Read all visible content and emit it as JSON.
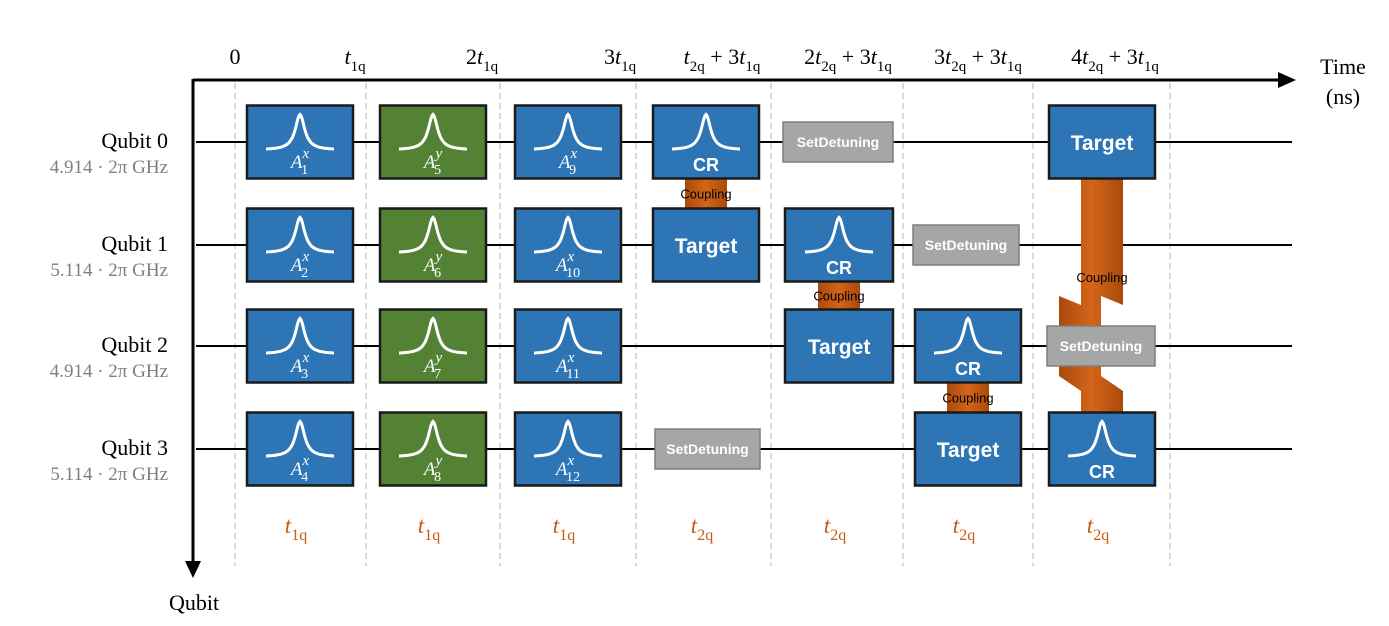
{
  "axes": {
    "time_label_line1": "Time",
    "time_label_line2": "(ns)",
    "qubit_axis_label": "Qubit"
  },
  "time_ticks": [
    {
      "coef": "",
      "sub": "",
      "tail": "0"
    },
    {
      "coef": "",
      "sub": "1q",
      "tail": ""
    },
    {
      "coef": "2",
      "sub": "1q",
      "tail": ""
    },
    {
      "coef": "3",
      "sub": "1q",
      "tail": ""
    },
    {
      "coef": "",
      "sub": "2q",
      "tail": "+ 3t1q"
    },
    {
      "coef": "2",
      "sub": "2q",
      "tail": "+ 3t1q"
    },
    {
      "coef": "3",
      "sub": "2q",
      "tail": "+ 3t1q"
    },
    {
      "coef": "4",
      "sub": "2q",
      "tail": "+ 3t1q"
    }
  ],
  "qubits": [
    {
      "name": "Qubit 0",
      "freq": "4.914 · 2π GHz"
    },
    {
      "name": "Qubit 1",
      "freq": "5.114 · 2π GHz"
    },
    {
      "name": "Qubit 2",
      "freq": "4.914 · 2π GHz"
    },
    {
      "name": "Qubit 3",
      "freq": "5.114 · 2π GHz"
    }
  ],
  "durations": [
    "1q",
    "1q",
    "1q",
    "2q",
    "2q",
    "2q",
    "2q"
  ],
  "colors": {
    "blue": "#2e75b6",
    "green": "#548235",
    "gray": "#a6a6a6",
    "orange": "#c55a11",
    "duration_text": "#c55a11",
    "freq_text": "#7f7f7f"
  },
  "gates": [
    {
      "q": 0,
      "slot": 0,
      "kind": "pulse",
      "color": "blue",
      "sym": "A",
      "sup": "x",
      "sub": "1"
    },
    {
      "q": 1,
      "slot": 0,
      "kind": "pulse",
      "color": "blue",
      "sym": "A",
      "sup": "x",
      "sub": "2"
    },
    {
      "q": 2,
      "slot": 0,
      "kind": "pulse",
      "color": "blue",
      "sym": "A",
      "sup": "x",
      "sub": "3"
    },
    {
      "q": 3,
      "slot": 0,
      "kind": "pulse",
      "color": "blue",
      "sym": "A",
      "sup": "x",
      "sub": "4"
    },
    {
      "q": 0,
      "slot": 1,
      "kind": "pulse",
      "color": "green",
      "sym": "A",
      "sup": "y",
      "sub": "5"
    },
    {
      "q": 1,
      "slot": 1,
      "kind": "pulse",
      "color": "green",
      "sym": "A",
      "sup": "y",
      "sub": "6"
    },
    {
      "q": 2,
      "slot": 1,
      "kind": "pulse",
      "color": "green",
      "sym": "A",
      "sup": "y",
      "sub": "7"
    },
    {
      "q": 3,
      "slot": 1,
      "kind": "pulse",
      "color": "green",
      "sym": "A",
      "sup": "y",
      "sub": "8"
    },
    {
      "q": 0,
      "slot": 2,
      "kind": "pulse",
      "color": "blue",
      "sym": "A",
      "sup": "x",
      "sub": "9"
    },
    {
      "q": 1,
      "slot": 2,
      "kind": "pulse",
      "color": "blue",
      "sym": "A",
      "sup": "x",
      "sub": "10"
    },
    {
      "q": 2,
      "slot": 2,
      "kind": "pulse",
      "color": "blue",
      "sym": "A",
      "sup": "x",
      "sub": "11"
    },
    {
      "q": 3,
      "slot": 2,
      "kind": "pulse",
      "color": "blue",
      "sym": "A",
      "sup": "x",
      "sub": "12"
    },
    {
      "q": 0,
      "slot": 3,
      "kind": "cr",
      "color": "blue",
      "label": "CR"
    },
    {
      "q": 1,
      "slot": 3,
      "kind": "target",
      "color": "blue",
      "label": "Target"
    },
    {
      "q": 3,
      "slot": 3,
      "kind": "detune",
      "color": "gray",
      "label": "SetDetuning"
    },
    {
      "q": 0,
      "slot": 4,
      "kind": "detune",
      "color": "gray",
      "label": "SetDetuning"
    },
    {
      "q": 1,
      "slot": 4,
      "kind": "cr",
      "color": "blue",
      "label": "CR"
    },
    {
      "q": 2,
      "slot": 4,
      "kind": "target",
      "color": "blue",
      "label": "Target"
    },
    {
      "q": 1,
      "slot": 5,
      "kind": "detune",
      "color": "gray",
      "label": "SetDetuning"
    },
    {
      "q": 2,
      "slot": 5,
      "kind": "cr",
      "color": "blue",
      "label": "CR"
    },
    {
      "q": 3,
      "slot": 5,
      "kind": "target",
      "color": "blue",
      "label": "Target"
    },
    {
      "q": 0,
      "slot": 6,
      "kind": "target",
      "color": "blue",
      "label": "Target"
    },
    {
      "q": 2,
      "slot": 6,
      "kind": "detune",
      "color": "gray",
      "label": "SetDetuning"
    },
    {
      "q": 3,
      "slot": 6,
      "kind": "cr",
      "color": "blue",
      "label": "CR"
    }
  ],
  "couplings": [
    {
      "slot": 3,
      "from": 0,
      "to": 1,
      "label": "Coupling"
    },
    {
      "slot": 4,
      "from": 1,
      "to": 2,
      "label": "Coupling"
    },
    {
      "slot": 5,
      "from": 2,
      "to": 3,
      "label": "Coupling"
    },
    {
      "slot": 6,
      "from": 0,
      "to": 3,
      "label": "Coupling"
    }
  ]
}
